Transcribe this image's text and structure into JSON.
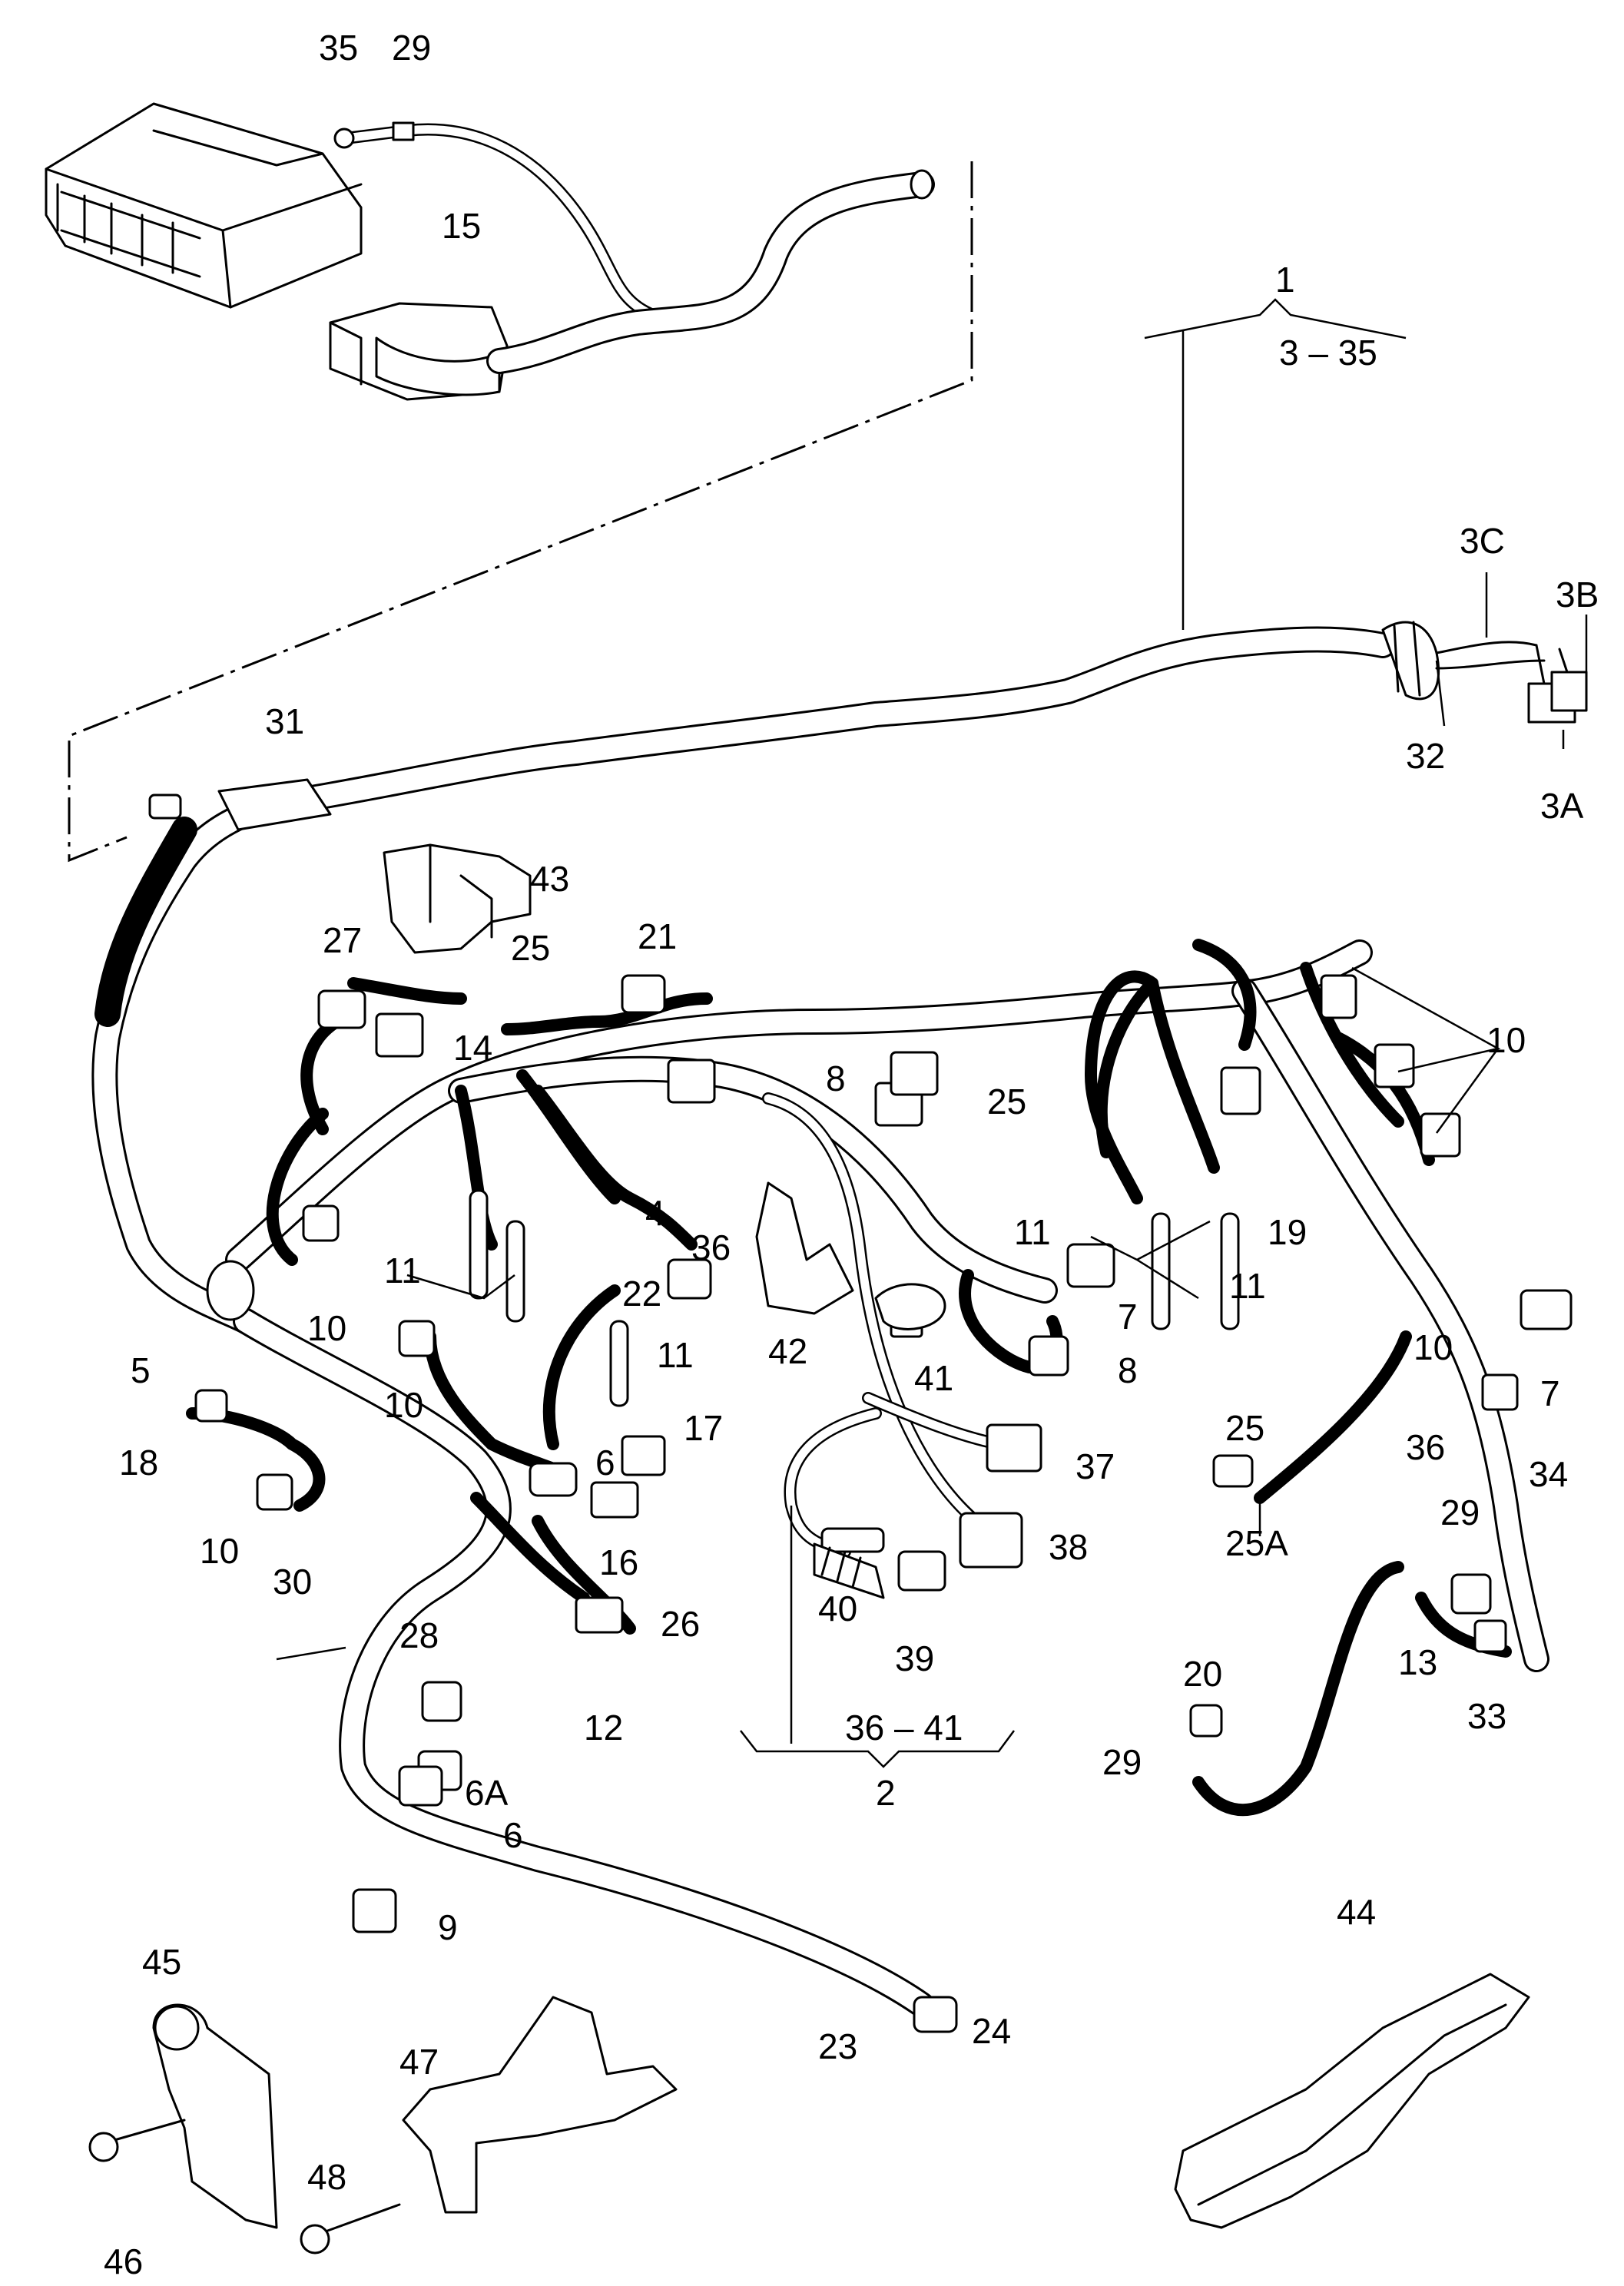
{
  "callouts": {
    "c1": "1",
    "c2": "2",
    "c3_35": "3 – 35",
    "c36_41": "36 – 41",
    "c3A": "3A",
    "c3B": "3B",
    "c3C": "3C",
    "c4": "4",
    "c5": "5",
    "c6a": "6",
    "c6b": "6",
    "c6A": "6A",
    "c7a": "7",
    "c7b": "7",
    "c8a": "8",
    "c8b": "8",
    "c9": "9",
    "c10a": "10",
    "c10b": "10",
    "c10c": "10",
    "c10d": "10",
    "c10e": "10",
    "c11a": "11",
    "c11b": "11",
    "c11c": "11",
    "c11d": "11",
    "c12": "12",
    "c13": "13",
    "c14": "14",
    "c15": "15",
    "c16": "16",
    "c17": "17",
    "c18": "18",
    "c19": "19",
    "c20": "20",
    "c21": "21",
    "c22": "22",
    "c23": "23",
    "c24": "24",
    "c25a": "25",
    "c25b": "25",
    "c25c": "25",
    "c25A": "25A",
    "c26": "26",
    "c27": "27",
    "c28": "28",
    "c29a": "29",
    "c29b": "29",
    "c29c": "29",
    "c30": "30",
    "c31": "31",
    "c32": "32",
    "c33": "33",
    "c34": "34",
    "c35": "35",
    "c36a": "36",
    "c36b": "36",
    "c37": "37",
    "c38": "38",
    "c39": "39",
    "c40": "40",
    "c41": "41",
    "c42": "42",
    "c43": "43",
    "c44": "44",
    "c45": "45",
    "c46": "46",
    "c47": "47",
    "c48": "48"
  }
}
